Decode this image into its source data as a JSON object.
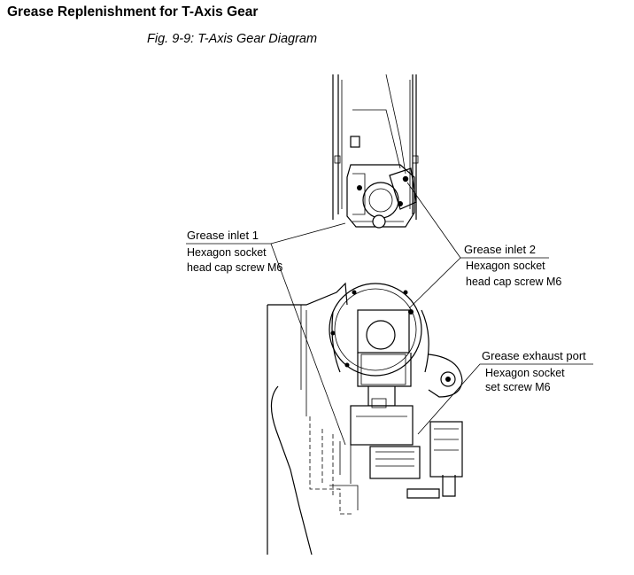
{
  "page": {
    "heading": "Grease Replenishment for T-Axis Gear",
    "figure_caption": "Fig. 9-9: T-Axis Gear Diagram"
  },
  "callouts": {
    "inlet1": {
      "title": "Grease inlet 1",
      "line1": "Hexagon socket",
      "line2": "head cap screw M6"
    },
    "inlet2": {
      "title": "Grease inlet 2",
      "line1": "Hexagon socket",
      "line2": "head cap screw M6"
    },
    "exhaust": {
      "title": "Grease exhaust port",
      "line1": "Hexagon socket",
      "line2": "set screw M6"
    }
  }
}
